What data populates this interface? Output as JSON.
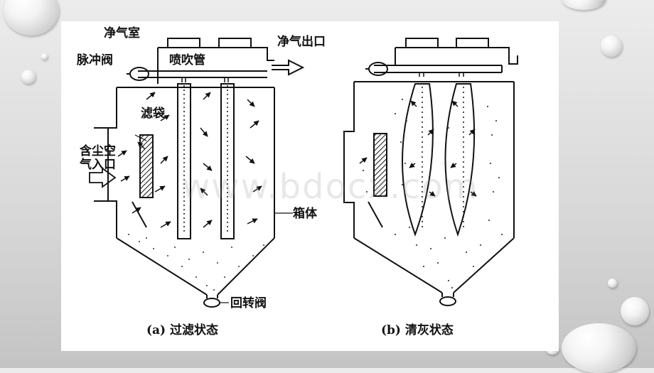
{
  "labels": {
    "clean_chamber": "净气室",
    "pulse_valve": "脉冲阀",
    "blow_pipe": "喷吹管",
    "clean_outlet": "净气出口",
    "filter_bag": "滤袋",
    "dusty_inlet_line1": "含尘空",
    "dusty_inlet_line2": "气入口",
    "housing": "箱体",
    "rotary_valve": "回转阀"
  },
  "captions": {
    "a": "(a) 过滤状态",
    "b": "(b) 清灰状态"
  },
  "watermark": "www.bdocx.com",
  "colors": {
    "stroke": "#111111",
    "slide_bg": "#ffffff"
  }
}
